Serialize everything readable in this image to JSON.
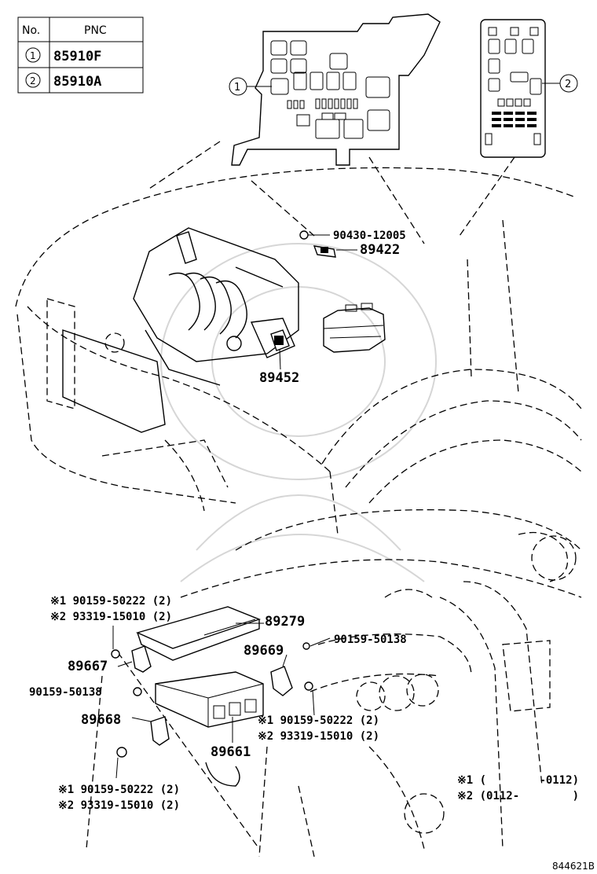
{
  "table": {
    "header_no": "No.",
    "header_pnc": "PNC",
    "rows": [
      {
        "no": "1",
        "pnc": "85910F"
      },
      {
        "no": "2",
        "pnc": "85910A"
      }
    ]
  },
  "callouts": {
    "c1": "1",
    "c2": "2"
  },
  "labels": {
    "p90430": "90430-12005",
    "p89422": "89422",
    "p89452": "89452",
    "p89279": "89279",
    "p90159_upper_right": "90159-50138",
    "p89669": "89669",
    "p89667": "89667",
    "p90159_left": "90159-50138",
    "p89668": "89668",
    "p89661": "89661",
    "ref_top_1": "※1 90159-50222 (2)",
    "ref_top_2": "※2 93319-15010 (2)",
    "ref_mid_1": "※1 90159-50222 (2)",
    "ref_mid_2": "※2 93319-15010 (2)",
    "ref_bot_1": "※1 90159-50222 (2)",
    "ref_bot_2": "※2 93319-15010 (2)"
  },
  "legend": {
    "line1": "※1 (        -0112)",
    "line2": "※2 (0112-        )"
  },
  "figure_id": "844621B"
}
